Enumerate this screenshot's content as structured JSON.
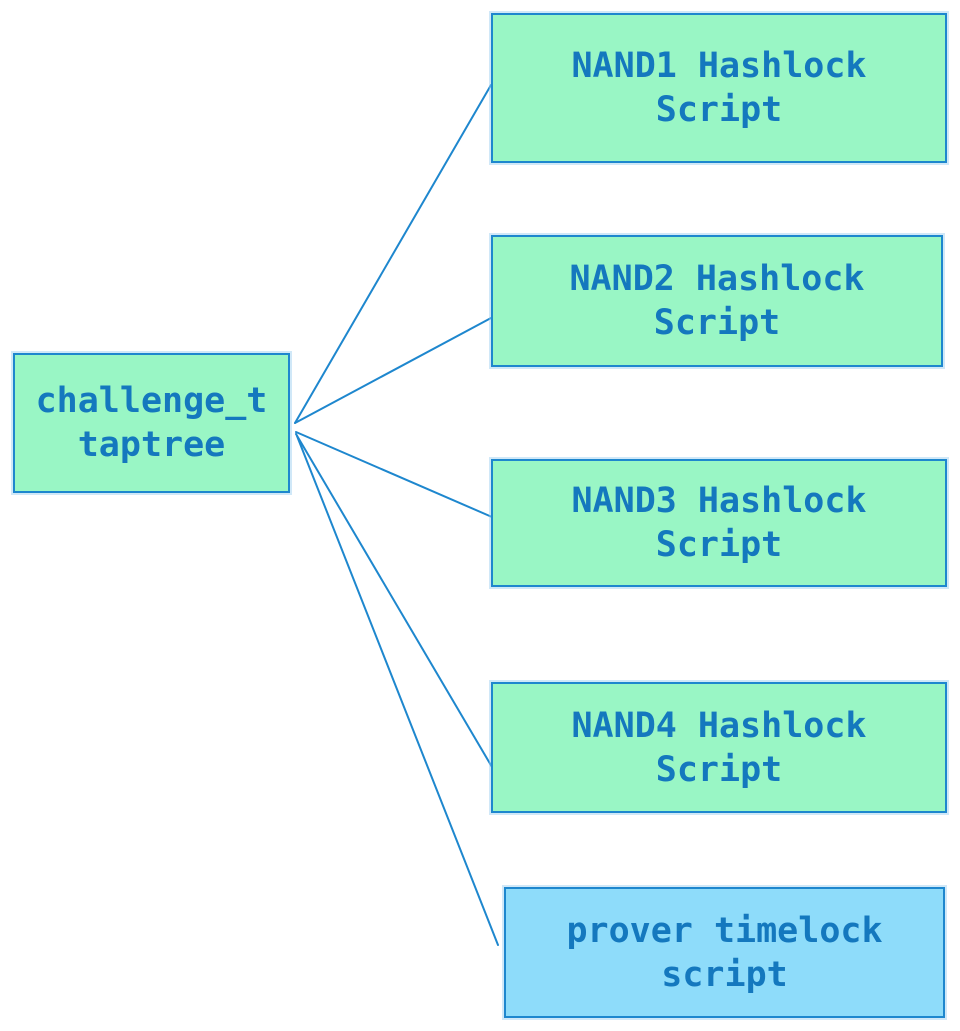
{
  "diagram": {
    "type": "taptree-flowchart",
    "root": {
      "id": "challenge_taptree",
      "label": "challenge_t taptree",
      "lines": [
        "challenge_t",
        "taptree"
      ],
      "variant": "hashlock"
    },
    "leaves": [
      {
        "id": "nand1_hashlock",
        "label": "NAND1 Hashlock Script",
        "lines": [
          "NAND1 Hashlock",
          "Script"
        ],
        "variant": "hashlock"
      },
      {
        "id": "nand2_hashlock",
        "label": "NAND2 Hashlock Script",
        "lines": [
          "NAND2 Hashlock",
          "Script"
        ],
        "variant": "hashlock"
      },
      {
        "id": "nand3_hashlock",
        "label": "NAND3 Hashlock Script",
        "lines": [
          "NAND3 Hashlock",
          "Script"
        ],
        "variant": "hashlock"
      },
      {
        "id": "nand4_hashlock",
        "label": "NAND4 Hashlock Script",
        "lines": [
          "NAND4 Hashlock",
          "Script"
        ],
        "variant": "hashlock"
      },
      {
        "id": "prover_timelock",
        "label": "prover timelock script",
        "lines": [
          "prover timelock",
          "script"
        ],
        "variant": "timelock"
      }
    ],
    "edges": [
      {
        "from": "challenge_taptree",
        "to": "nand1_hashlock"
      },
      {
        "from": "challenge_taptree",
        "to": "nand2_hashlock"
      },
      {
        "from": "challenge_taptree",
        "to": "nand3_hashlock"
      },
      {
        "from": "challenge_taptree",
        "to": "nand4_hashlock"
      },
      {
        "from": "challenge_taptree",
        "to": "prover_timelock"
      }
    ]
  },
  "colors": {
    "background": "#FFFFFF",
    "hashlock_fill": "#99F6C5",
    "timelock_fill": "#8EDCFA",
    "border": "#1E87CE",
    "edge_line": "#1E87CE",
    "text": "#1478BE"
  }
}
